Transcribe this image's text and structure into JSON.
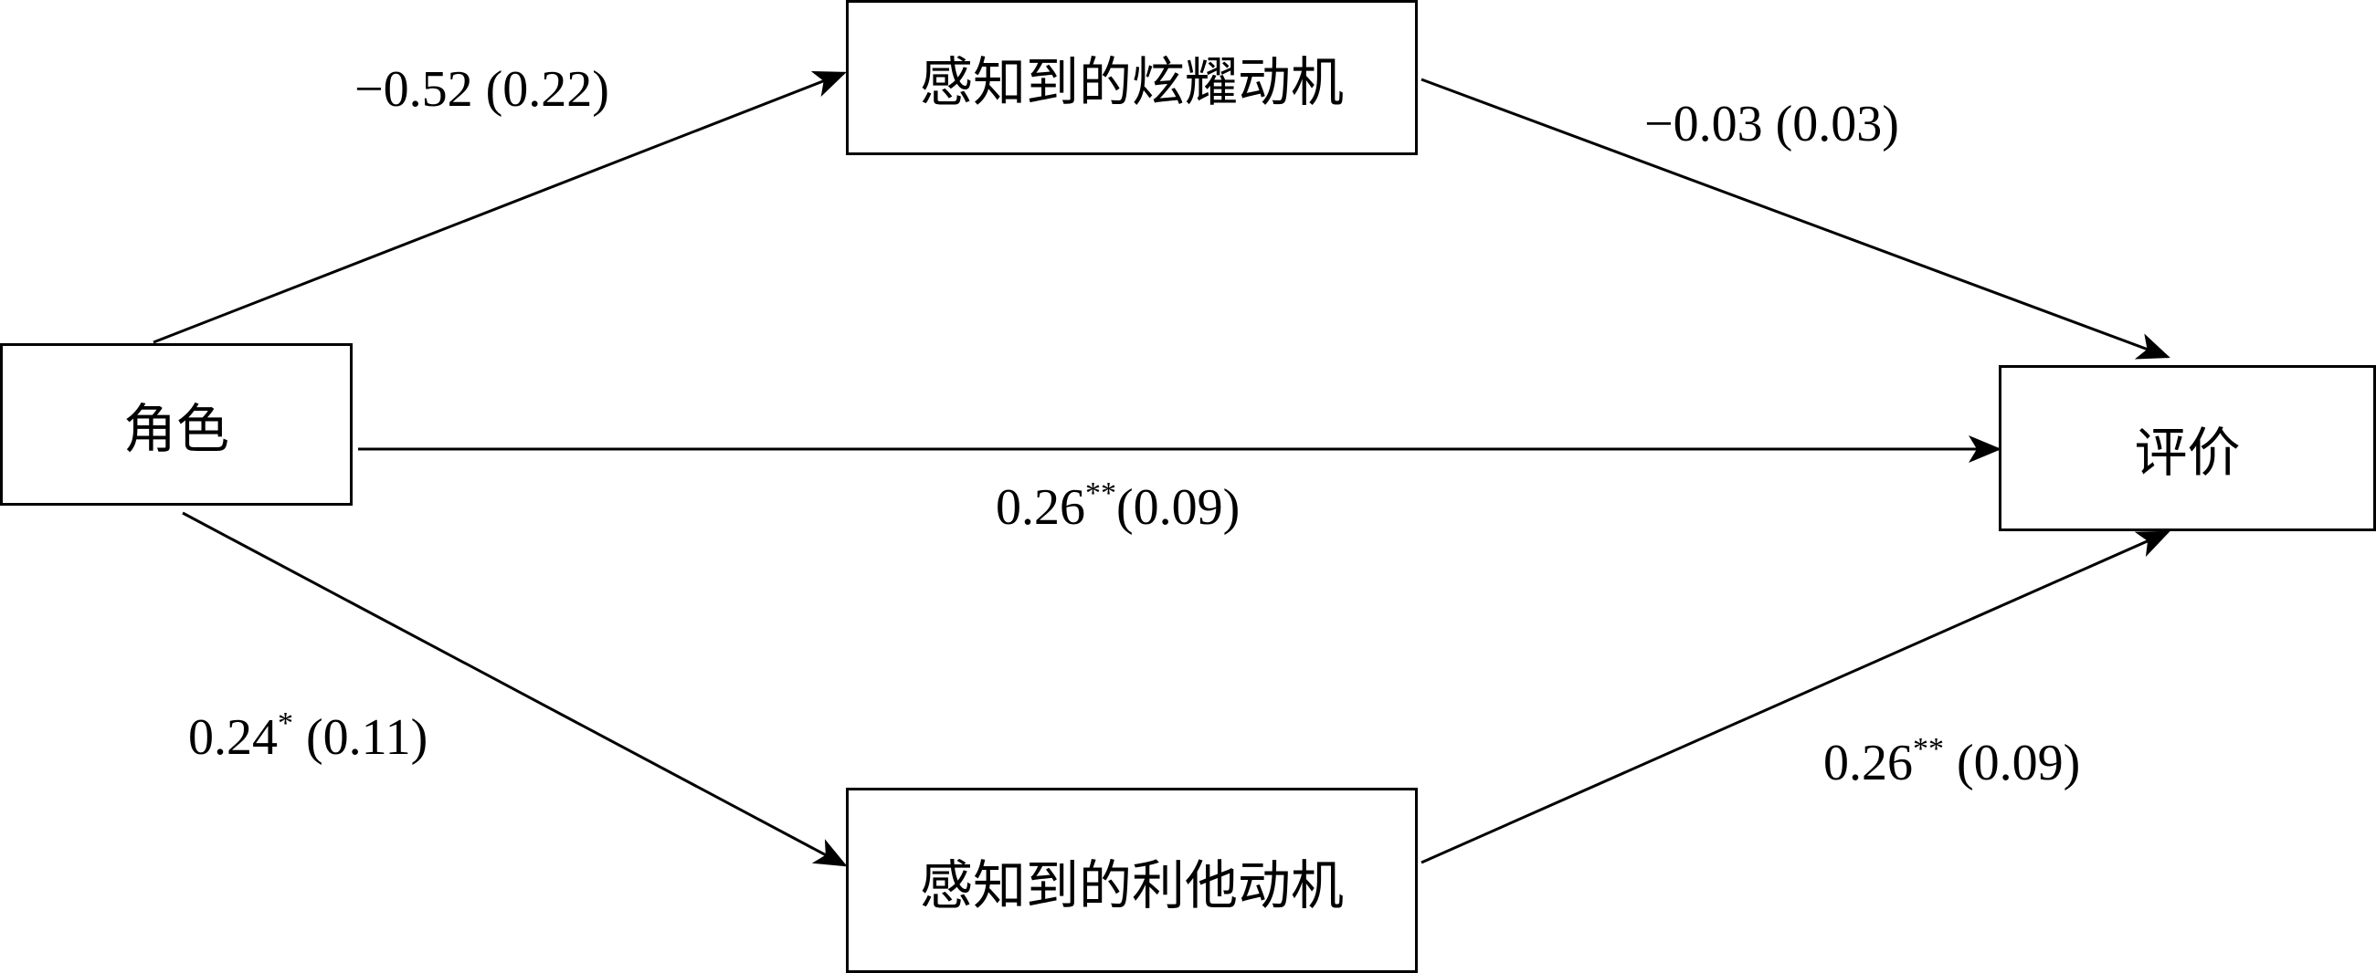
{
  "nodes": {
    "role": "角色",
    "flaunt_motive": "感知到的炫耀动机",
    "altruistic_motive": "感知到的利他动机",
    "evaluation": "评价"
  },
  "paths": {
    "role_to_flaunt": {
      "coef": "−0.52",
      "sig": "",
      "se": "(0.22)"
    },
    "flaunt_to_eval": {
      "coef": "−0.03",
      "sig": "",
      "se": "(0.03)"
    },
    "role_to_eval": {
      "coef": "0.26",
      "sig": "**",
      "se": "(0.09)"
    },
    "role_to_altruistic": {
      "coef": "0.24",
      "sig": "*",
      "se": "(0.11)"
    },
    "altruistic_to_eval": {
      "coef": "0.26",
      "sig": "**",
      "se": "(0.09)"
    }
  }
}
